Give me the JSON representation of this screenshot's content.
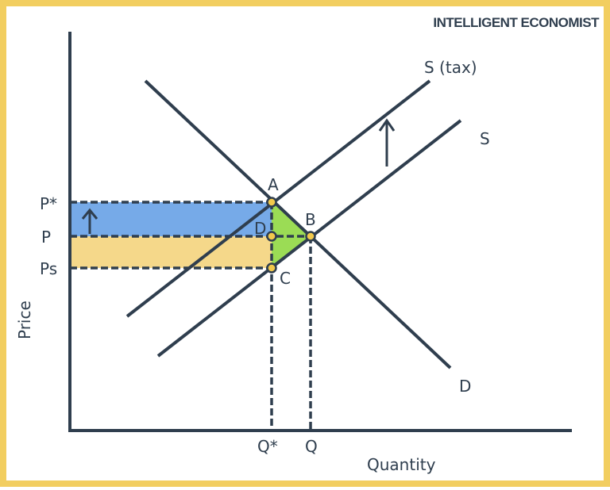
{
  "logo": "INTELLIGENT ECONOMIST",
  "axes": {
    "x_label": "Quantity",
    "y_label": "Price"
  },
  "curves": {
    "supply_tax": "S (tax)",
    "supply": "S",
    "demand": "D"
  },
  "points": {
    "a": "A",
    "b": "B",
    "c": "C",
    "d": "D"
  },
  "price_labels": {
    "p_star": "P*",
    "p": "P",
    "ps": "Ps"
  },
  "quantity_labels": {
    "q_star": "Q*",
    "q": "Q"
  },
  "colors": {
    "frame": "#F2CE60",
    "line": "#2f3e4e",
    "consumer_burden": "#76aae8",
    "producer_burden": "#f5d88a",
    "deadweight_loss": "#9bdc55",
    "point": "#f2c94c"
  }
}
